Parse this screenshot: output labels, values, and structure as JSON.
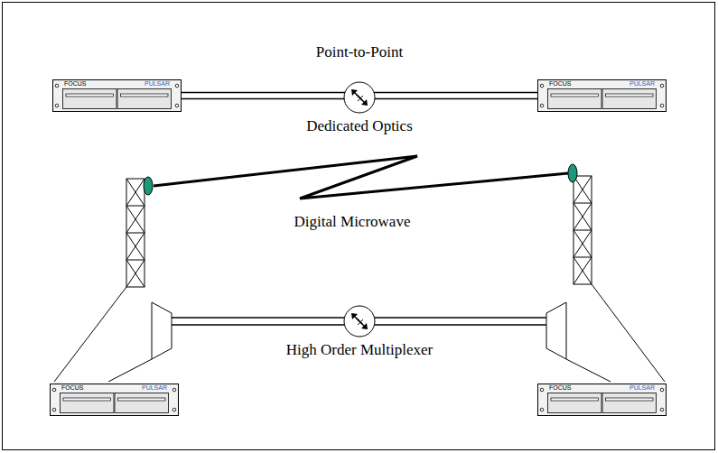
{
  "diagram": {
    "title": "Point-to-Point",
    "nodes": [
      {
        "text": [
          "FOCUS",
          "PULSAR"
        ]
      },
      {
        "text": [
          "FOCUS",
          "PULSAR"
        ]
      },
      {
        "text": [
          "FOCUS",
          "PULSAR"
        ]
      },
      {
        "text": [
          "FOCUS",
          "PULSAR"
        ]
      }
    ],
    "edges": [
      {
        "from": 0,
        "to": 1,
        "arrow": "none"
      }
    ],
    "labels": [
      "Dedicated Optics",
      "Digital Microwave",
      "High Order Multiplexer"
    ]
  }
}
